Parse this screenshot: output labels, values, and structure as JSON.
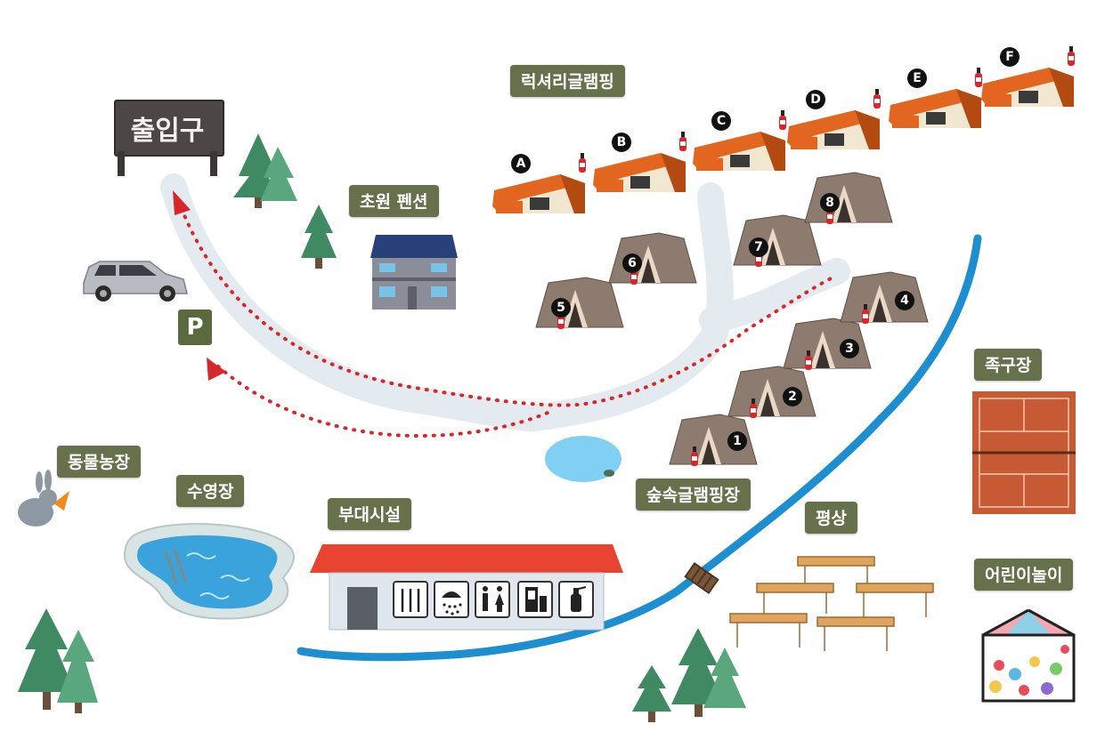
{
  "map": {
    "entrance": "출입구",
    "parking": "P",
    "areas": {
      "luxury_glamping": "럭셔리글램핑",
      "meadow_pension": "초원 펜션",
      "forest_glamping": "숲속글램핑장",
      "foot_volleyball": "족구장",
      "petting_farm": "동물농장",
      "swimming_pool": "수영장",
      "facilities": "부대시설",
      "pyeongsang": "평상",
      "kids_playground": "어린이놀이"
    },
    "luxury_tents": [
      "A",
      "B",
      "C",
      "D",
      "E",
      "F"
    ],
    "forest_tents": [
      "1",
      "2",
      "3",
      "4",
      "5",
      "6",
      "7",
      "8"
    ],
    "facility_icons": [
      "restaurant-icon",
      "shower-icon",
      "restroom-icon",
      "vending-icon",
      "fire-extinguisher-icon"
    ],
    "colors": {
      "label_bg": "#66704a",
      "road": "#e3eaf0",
      "route": "#d6272b",
      "stream": "#1d8fd1",
      "luxury_tent": "#e2661f",
      "forest_tent": "#8d7b70",
      "court": "#c65a34",
      "pool": "#3aa3dc",
      "roof": "#e8432e",
      "tree": "#3f8a62"
    }
  }
}
